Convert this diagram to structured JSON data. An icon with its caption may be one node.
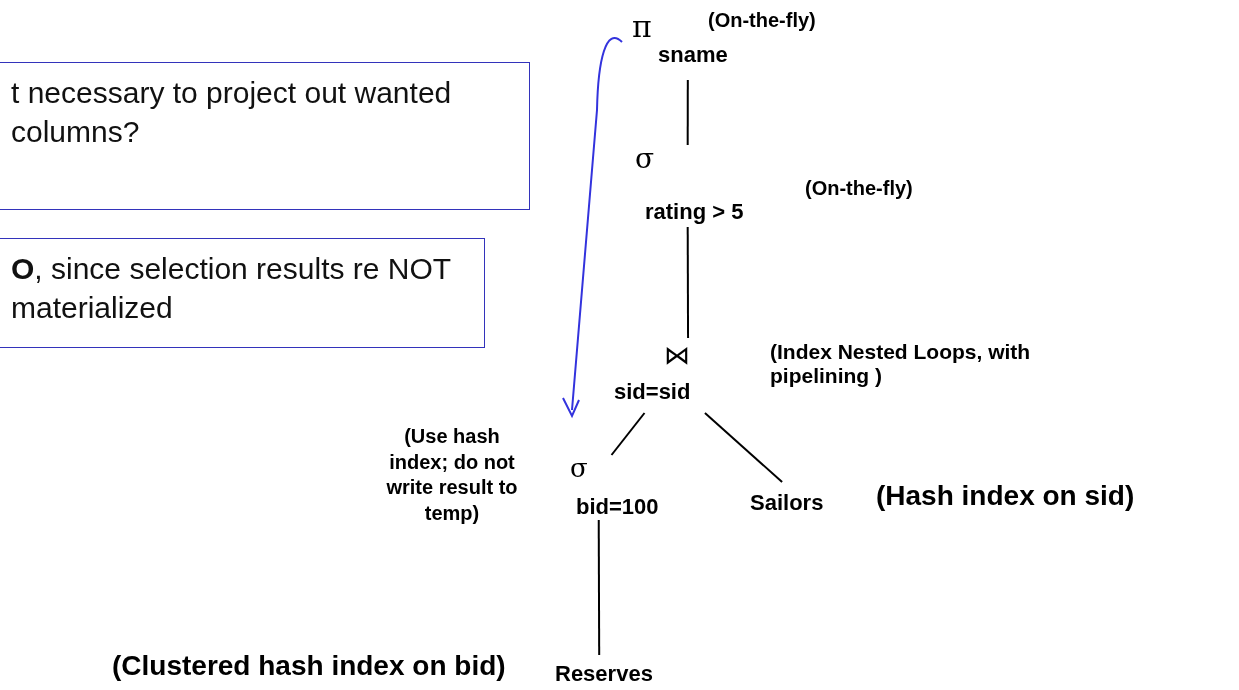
{
  "diagram": {
    "nodes": [
      {
        "text": [
          "t necessary to project out wanted columns?"
        ]
      },
      {
        "text": [
          "**O**, since selection results re NOT materialized"
        ]
      },
      {
        "text": [
          "π",
          "sname"
        ],
        "beside": [
          "(On-the-fly)"
        ]
      },
      {
        "text": [
          "σ",
          "rating > 5"
        ],
        "beside": [
          "(On-the-fly)"
        ]
      },
      {
        "text": [
          "⋈",
          "sid=sid"
        ],
        "beside": [
          "(Index Nested Loops, with pipelining )"
        ]
      },
      {
        "text": [
          "σ",
          "bid=100"
        ],
        "beside": [
          "(Use hash index; do not write result to temp)"
        ]
      },
      {
        "text": [
          "Sailors"
        ],
        "beside": [
          "(Hash index on sid)"
        ]
      },
      {
        "text": [
          "Reserves"
        ],
        "beside": [
          "(Clustered hash index on bid)"
        ]
      }
    ],
    "edges": [
      {
        "from": 2,
        "to": 3,
        "arrow": "none"
      },
      {
        "from": 3,
        "to": 4,
        "arrow": "none"
      },
      {
        "from": 4,
        "to": 5,
        "arrow": "none"
      },
      {
        "from": 4,
        "to": 6,
        "arrow": "none"
      },
      {
        "from": 5,
        "to": 7,
        "arrow": "none"
      }
    ]
  }
}
